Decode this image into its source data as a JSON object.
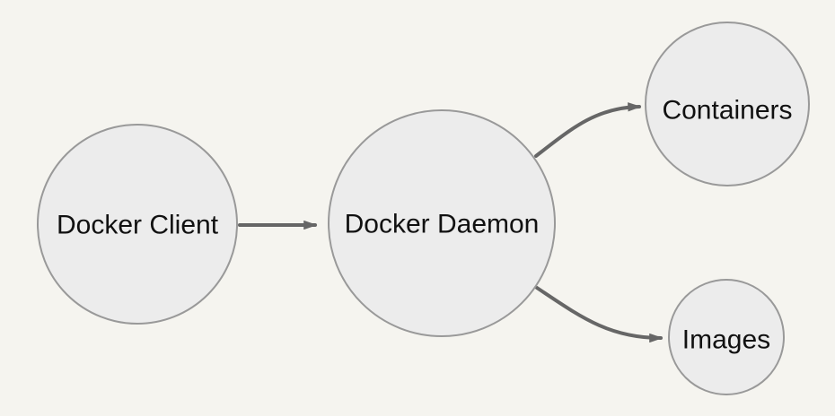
{
  "diagram": {
    "type": "flowchart",
    "background": "#f5f4ef",
    "node_fill": "#ececec",
    "node_stroke": "#999999",
    "edge_color": "#666666",
    "text_color": "#111111",
    "nodes": [
      {
        "id": "docker-client",
        "label": "Docker Client"
      },
      {
        "id": "docker-daemon",
        "label": "Docker Daemon"
      },
      {
        "id": "containers",
        "label": "Containers"
      },
      {
        "id": "images",
        "label": "Images"
      }
    ],
    "edges": [
      {
        "from": "Docker Client",
        "to": "Docker Daemon"
      },
      {
        "from": "Docker Daemon",
        "to": "Containers"
      },
      {
        "from": "Docker Daemon",
        "to": "Images"
      }
    ]
  }
}
